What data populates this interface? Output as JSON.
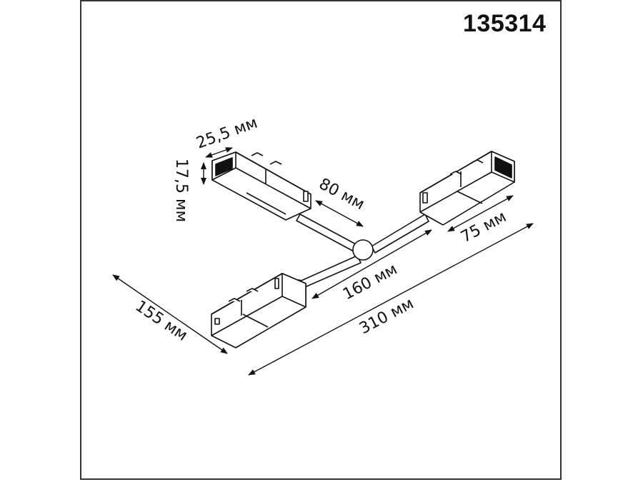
{
  "product": {
    "article_number": "135314"
  },
  "dimensions": {
    "width": "25,5 мм",
    "height": "17,5 мм",
    "arm_short": "80 мм",
    "module_length": "75 мм",
    "arm_long": "160 мм",
    "overall_length": "310 мм",
    "overall_depth": "155 мм"
  },
  "colors": {
    "line": "#111111",
    "frame": "#333333",
    "background": "#ffffff"
  }
}
